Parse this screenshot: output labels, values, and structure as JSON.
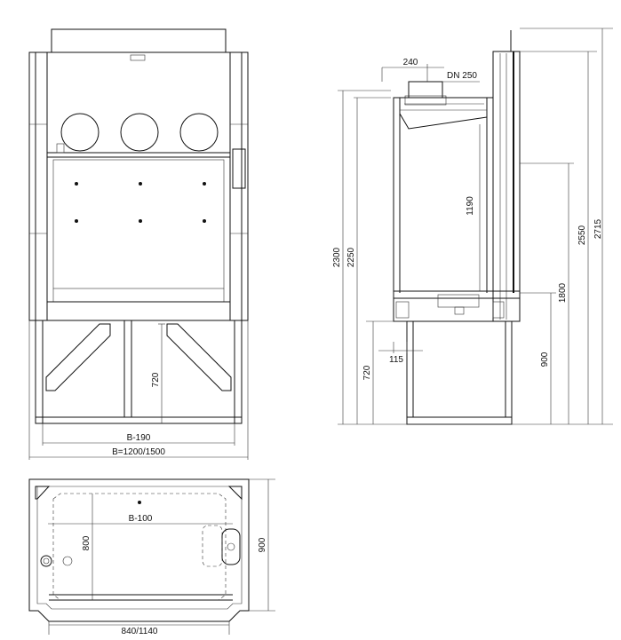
{
  "front_view": {
    "dim_inner_width": "B-190",
    "dim_overall_width": "B=1200/1500",
    "dim_base_height": "720"
  },
  "side_view": {
    "dim_duct_offset": "240",
    "dim_duct_size": "DN 250",
    "dim_total_height_a": "2300",
    "dim_total_height_b": "2250",
    "dim_sash_opening": "1190",
    "dim_height_2550": "2550",
    "dim_height_2715": "2715",
    "dim_height_1800": "1800",
    "dim_base_height": "720",
    "dim_base_offset": "115",
    "dim_work_height": "900"
  },
  "plan_view": {
    "dim_inner_width": "B-100",
    "dim_depth_inner": "800",
    "dim_depth_total": "900",
    "dim_base_width": "840/1140"
  }
}
